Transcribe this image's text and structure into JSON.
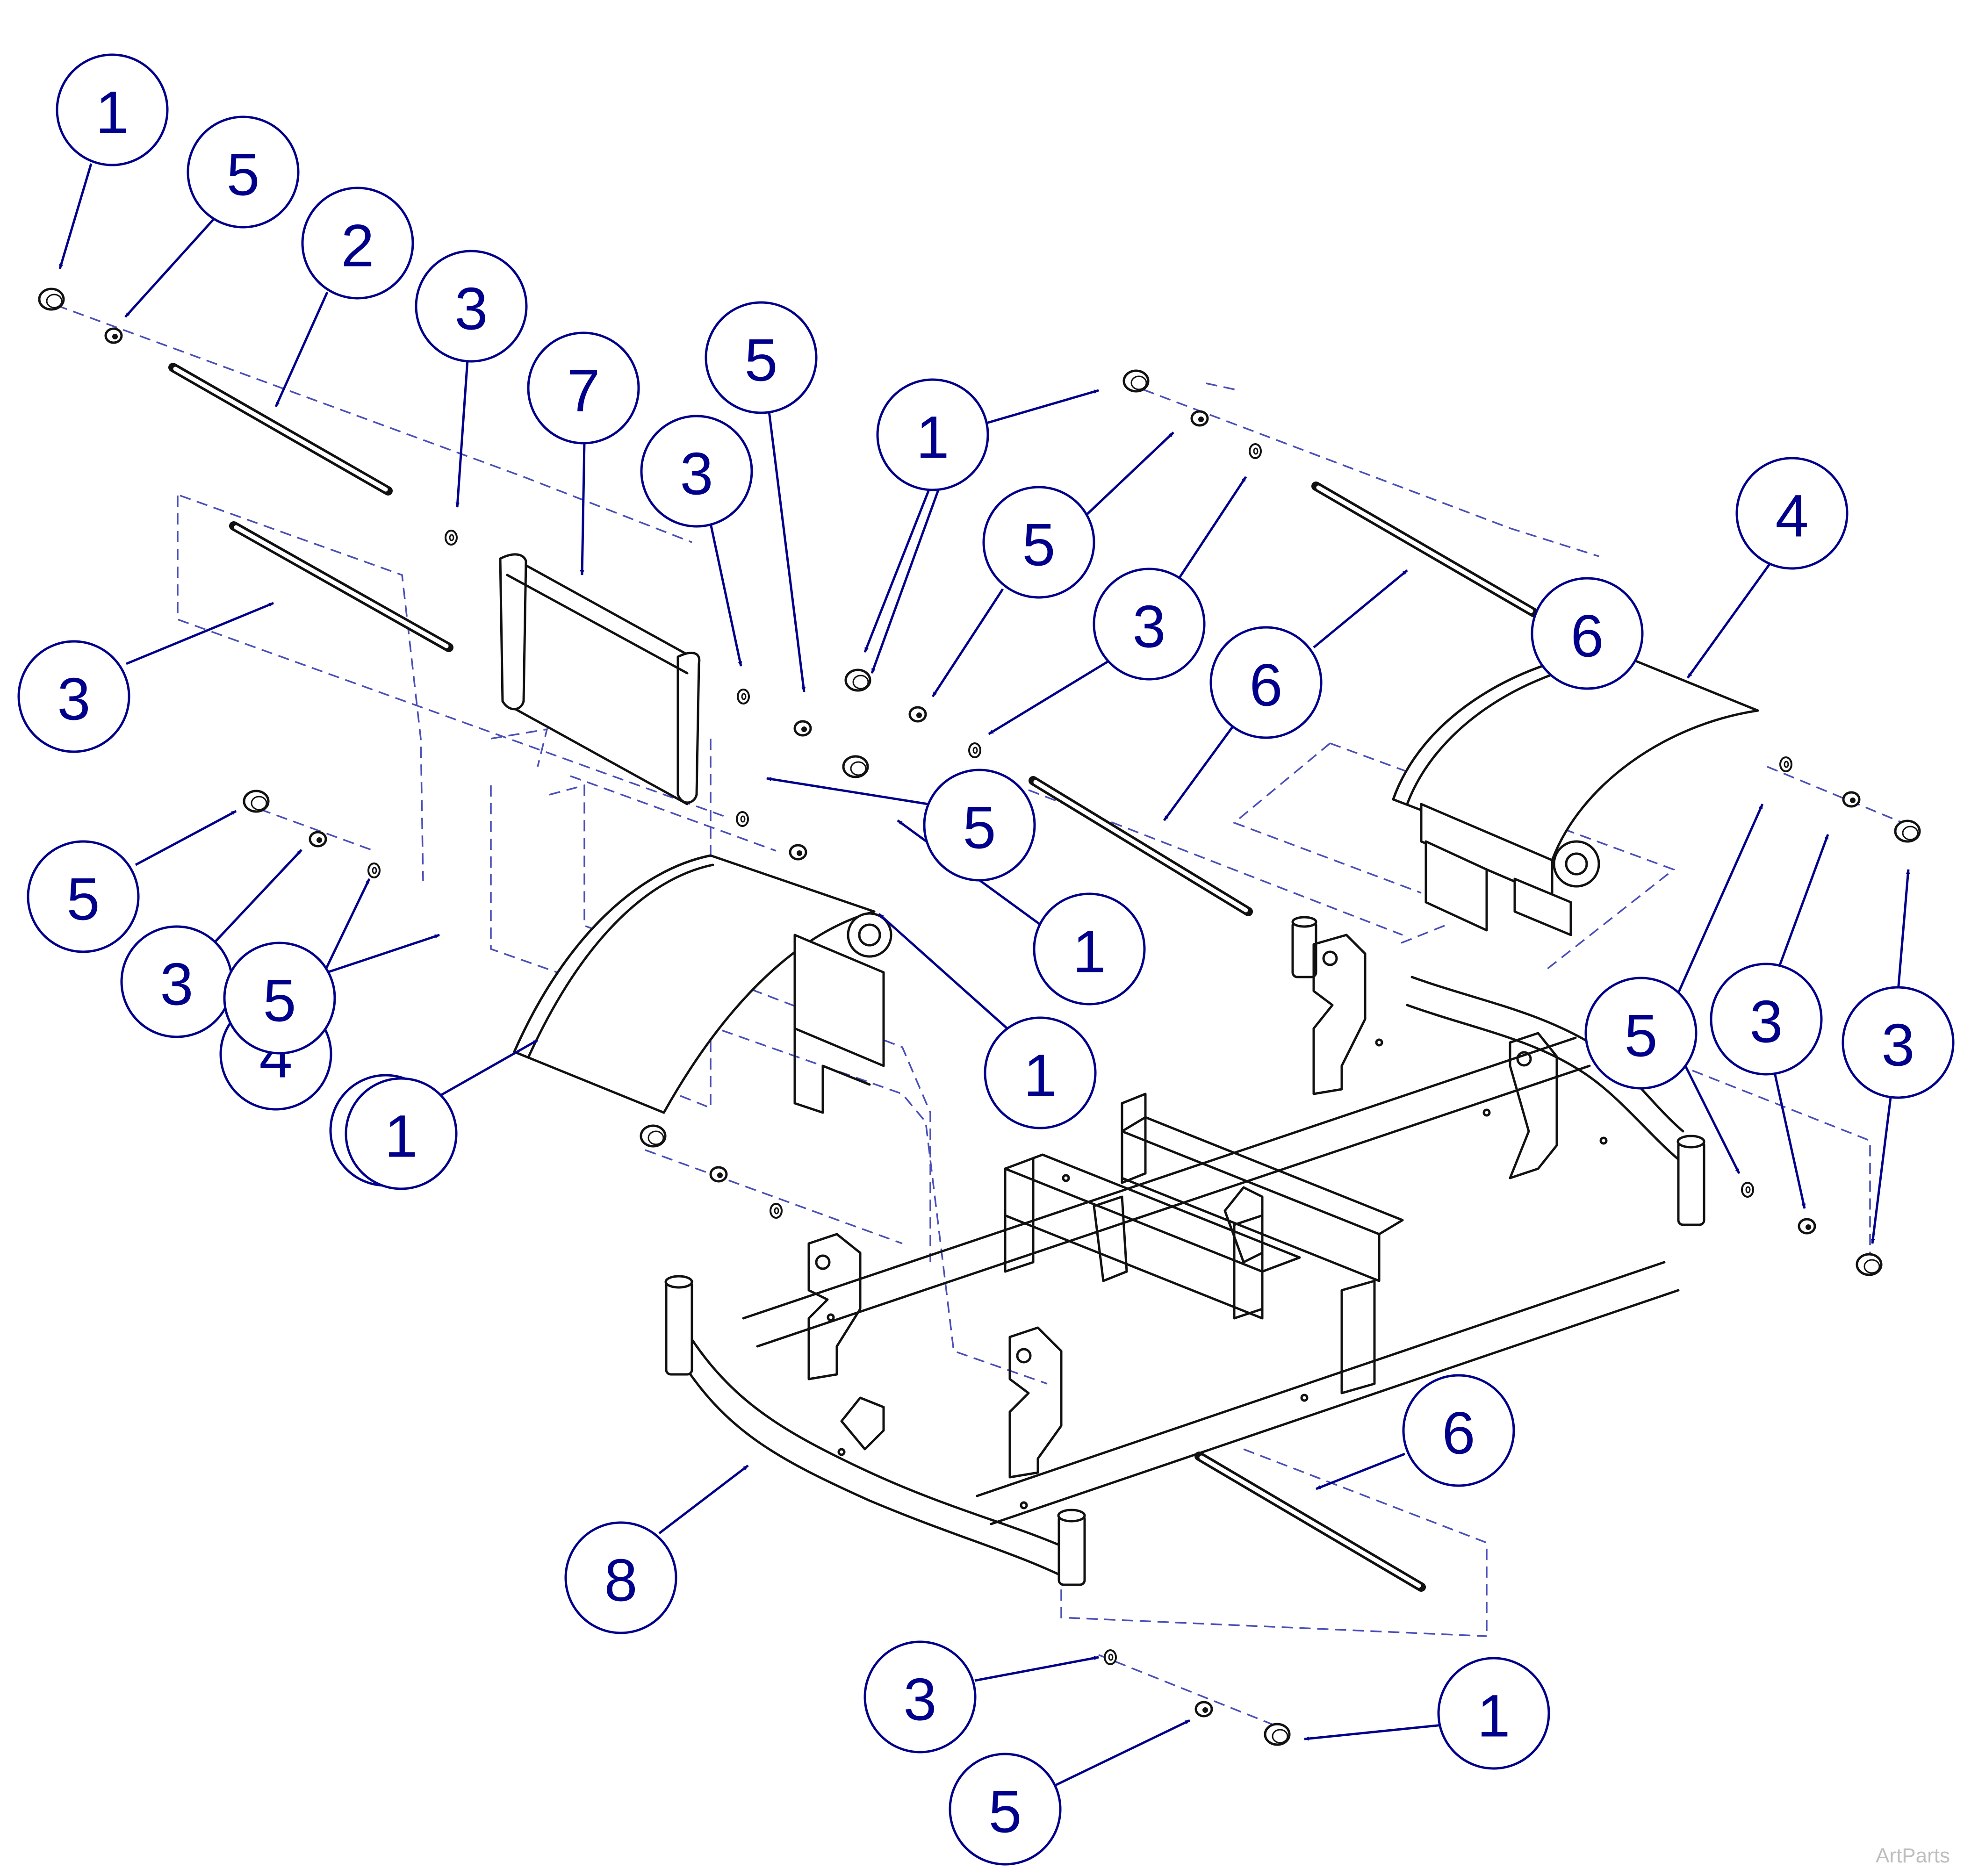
{
  "colors": {
    "callout": "#00008B",
    "line": "#111111",
    "dashed": "#4A4FB8",
    "watermark": "#BDBDBD"
  },
  "callouts": [
    {
      "id": "c1",
      "label": "1"
    },
    {
      "id": "c2",
      "label": "5"
    },
    {
      "id": "c3",
      "label": "2"
    },
    {
      "id": "c4",
      "label": "3"
    },
    {
      "id": "c5",
      "label": "7"
    },
    {
      "id": "c6",
      "label": "5"
    },
    {
      "id": "c7",
      "label": "3"
    },
    {
      "id": "c8",
      "label": "1"
    },
    {
      "id": "c9",
      "label": "5"
    },
    {
      "id": "c10",
      "label": "3"
    },
    {
      "id": "c11",
      "label": "4"
    },
    {
      "id": "c12",
      "label": "6"
    },
    {
      "id": "c13",
      "label": "6"
    },
    {
      "id": "c14",
      "label": "3"
    },
    {
      "id": "c15",
      "label": "5"
    },
    {
      "id": "c16",
      "label": "1"
    },
    {
      "id": "c17",
      "label": "1"
    },
    {
      "id": "c18",
      "label": "5"
    },
    {
      "id": "c19",
      "label": "3"
    },
    {
      "id": "c20",
      "label": "4"
    },
    {
      "id": "c21",
      "label": "1"
    },
    {
      "id": "c22",
      "label": "5"
    },
    {
      "id": "c23",
      "label": "3"
    },
    {
      "id": "c24",
      "label": "3"
    },
    {
      "id": "c25",
      "label": "5"
    },
    {
      "id": "c26",
      "label": "1"
    },
    {
      "id": "c27",
      "label": "8"
    },
    {
      "id": "c28",
      "label": "6"
    },
    {
      "id": "c29",
      "label": "3"
    },
    {
      "id": "c30",
      "label": "1"
    },
    {
      "id": "c31",
      "label": "5"
    }
  ],
  "watermark": "ArtParts"
}
